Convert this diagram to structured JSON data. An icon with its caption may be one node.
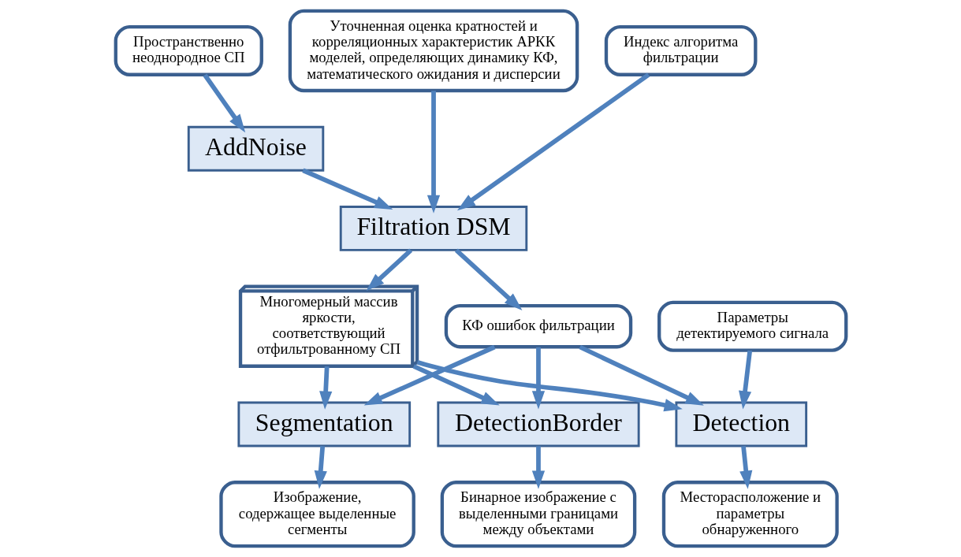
{
  "diagram": {
    "nodes": [
      {
        "text": [
          "Пространственно неоднородное СП"
        ]
      },
      {
        "text": [
          "AddNoise"
        ]
      },
      {
        "text": [
          "Filtration DSM"
        ]
      },
      {
        "text": [
          "Уточненная оценка кратностей и корреляционных характеристик АРКК моделей, определяющих динамику КФ, математического ожидания и дисперсии"
        ]
      },
      {
        "text": [
          "Индекс алгоритма фильтрации"
        ]
      },
      {
        "text": [
          "Многомерный массив яркости, соответствующий отфильтрованному СП"
        ]
      },
      {
        "text": [
          "КФ ошибок фильтрации"
        ]
      },
      {
        "text": [
          "DetectionBorder"
        ]
      },
      {
        "text": [
          "Segmentation"
        ]
      },
      {
        "text": [
          "Detection"
        ]
      },
      {
        "text": [
          "Параметры детектируемого сигнала"
        ]
      },
      {
        "text": [
          "Бинарное изображение с выделенными границами между объектами"
        ]
      },
      {
        "text": [
          "Изображение, содержащее выделенные сегменты"
        ]
      },
      {
        "text": [
          "Месторасположение и параметры обнаруженного"
        ]
      }
    ],
    "edges": [
      {
        "from": 0,
        "to": 1,
        "arrow": "to"
      },
      {
        "from": 1,
        "to": 2,
        "arrow": "to"
      },
      {
        "from": 3,
        "to": 2,
        "arrow": "to"
      },
      {
        "from": 4,
        "to": 2,
        "arrow": "to"
      },
      {
        "from": 2,
        "to": 5,
        "arrow": "to"
      },
      {
        "from": 2,
        "to": 6,
        "arrow": "to"
      },
      {
        "from": 5,
        "to": 7,
        "arrow": "to"
      },
      {
        "from": 6,
        "to": 7,
        "arrow": "to"
      },
      {
        "from": 5,
        "to": 8,
        "arrow": "to"
      },
      {
        "from": 6,
        "to": 8,
        "arrow": "to"
      },
      {
        "from": 5,
        "to": 9,
        "arrow": "to"
      },
      {
        "from": 6,
        "to": 9,
        "arrow": "to"
      },
      {
        "from": 10,
        "to": 9,
        "arrow": "to"
      },
      {
        "from": 7,
        "to": 11,
        "arrow": "to"
      },
      {
        "from": 8,
        "to": 12,
        "arrow": "to"
      },
      {
        "from": 9,
        "to": 13,
        "arrow": "to"
      }
    ]
  }
}
